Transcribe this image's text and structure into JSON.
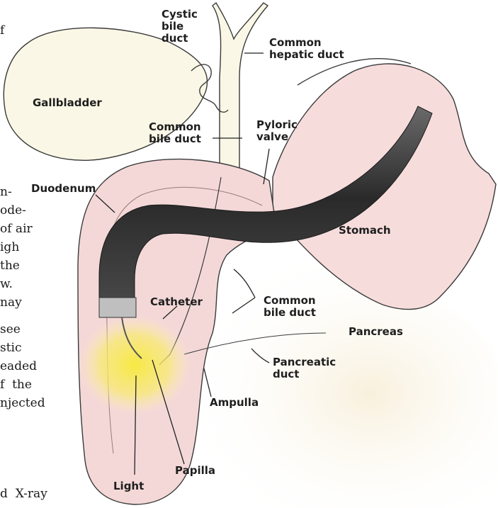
{
  "body_text": [
    "f",
    "n-",
    "ode-",
    "of air",
    "igh",
    "the",
    "w.",
    "nay",
    "see",
    "stic",
    "eaded",
    "f  the",
    "njected",
    "d  X-ray"
  ],
  "labels": {
    "cystic_bile_duct": "Cystic\nbile\nduct",
    "common_hepatic_duct": "Common\nhepatic duct",
    "gallbladder": "Gallbladder",
    "common_bile_duct_top": "Common\nbile duct",
    "pyloric_valve": "Pyloric\nvalve",
    "duodenum": "Duodenum",
    "stomach": "Stomach",
    "catheter": "Catheter",
    "common_bile_duct_bottom": "Common\nbile duct",
    "pancreas": "Pancreas",
    "pancreatic_duct": "Pancreatic\nduct",
    "ampulla": "Ampulla",
    "light": "Light",
    "papilla": "Papilla"
  },
  "colors": {
    "duct_fill": "#fbf7e6",
    "mucosa": "#f4d8d8",
    "outline": "#3a3a3a",
    "scope": "#3c3c3c",
    "light_glow": "#f6e64a",
    "pancreas": "#f6eed8"
  }
}
